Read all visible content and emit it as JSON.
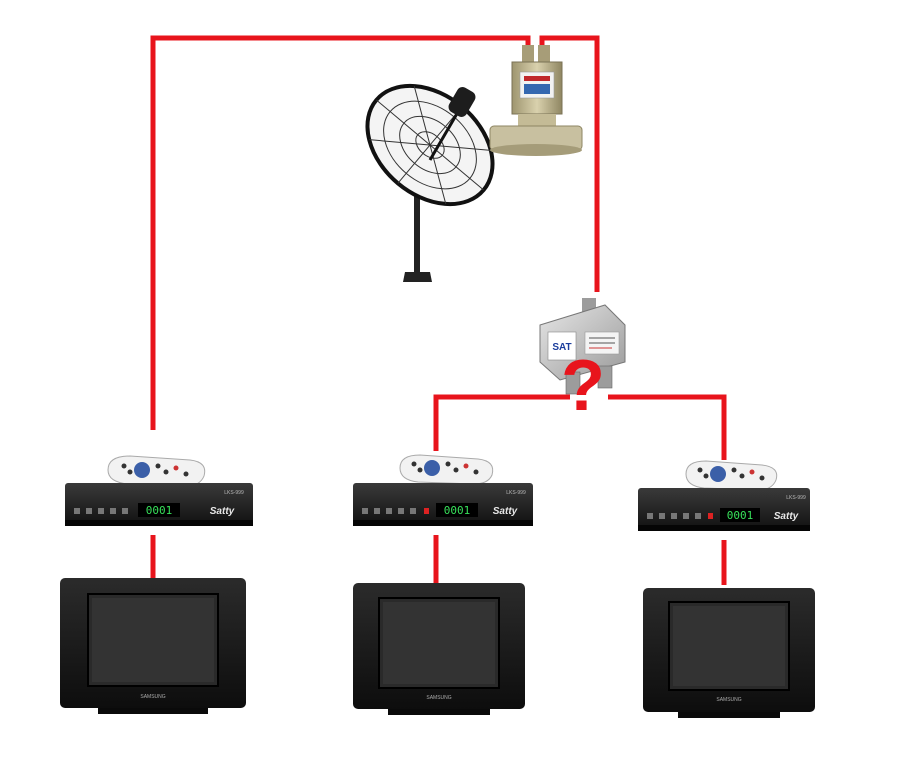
{
  "colors": {
    "cable": "#e8141c",
    "device_body": "#1b1b1b",
    "screen": "#2a2a2a",
    "lnb": "#b8ad8a",
    "splitter": "#c9c9c9",
    "display_green": "#37e05a"
  },
  "receivers": [
    {
      "display": "0001",
      "brand": "Satty",
      "model": "LKS-999"
    },
    {
      "display": "0001",
      "brand": "Satty",
      "model": "LKS-999"
    },
    {
      "display": "0001",
      "brand": "Satty",
      "model": "LKS-999"
    }
  ],
  "tvs": [
    {
      "brand": "SAMSUNG"
    },
    {
      "brand": "SAMSUNG"
    },
    {
      "brand": "SAMSUNG"
    }
  ],
  "splitter": {
    "logo": "SAT",
    "mark": "?"
  },
  "icons": {
    "dish": "satellite-dish-icon",
    "lnb": "lnb-icon",
    "splitter": "splitter-icon",
    "receiver": "receiver-icon",
    "remote": "remote-control-icon",
    "tv": "tv-icon"
  }
}
